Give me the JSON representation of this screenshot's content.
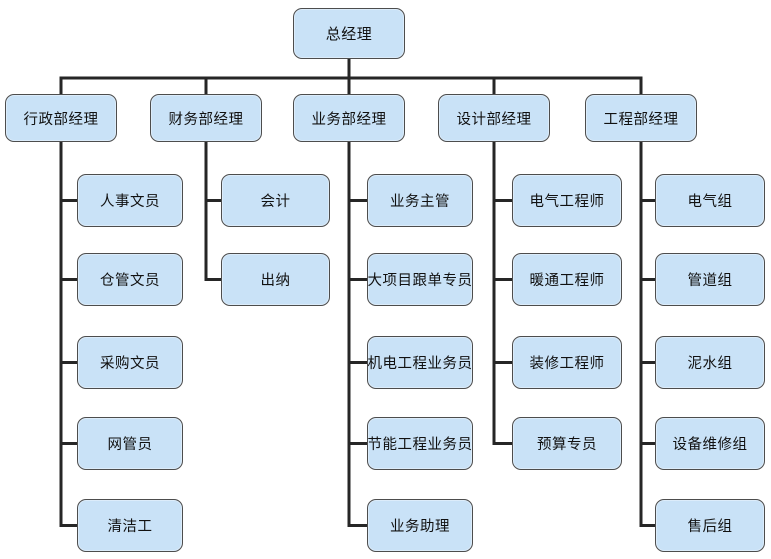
{
  "diagram": {
    "type": "org-chart",
    "root": {
      "label": "总经理"
    },
    "departments": [
      {
        "label": "行政部经理",
        "children": [
          {
            "label": "人事文员"
          },
          {
            "label": "仓管文员"
          },
          {
            "label": "采购文员"
          },
          {
            "label": "网管员"
          },
          {
            "label": "清洁工"
          }
        ]
      },
      {
        "label": "财务部经理",
        "children": [
          {
            "label": "会计"
          },
          {
            "label": "出纳"
          }
        ]
      },
      {
        "label": "业务部经理",
        "children": [
          {
            "label": "业务主管"
          },
          {
            "label": "大项目跟单专员"
          },
          {
            "label": "机电工程业务员"
          },
          {
            "label": "节能工程业务员"
          },
          {
            "label": "业务助理"
          }
        ]
      },
      {
        "label": "设计部经理",
        "children": [
          {
            "label": "电气工程师"
          },
          {
            "label": "暖通工程师"
          },
          {
            "label": "装修工程师"
          },
          {
            "label": "预算专员"
          }
        ]
      },
      {
        "label": "工程部经理",
        "children": [
          {
            "label": "电气组"
          },
          {
            "label": "管道组"
          },
          {
            "label": "泥水组"
          },
          {
            "label": "设备维修组"
          },
          {
            "label": "售后组"
          }
        ]
      }
    ],
    "colors": {
      "node_fill": "#C9E2F7",
      "node_border": "#4D4D4D",
      "connector": "#262626",
      "background": "#FFFFFF"
    }
  }
}
